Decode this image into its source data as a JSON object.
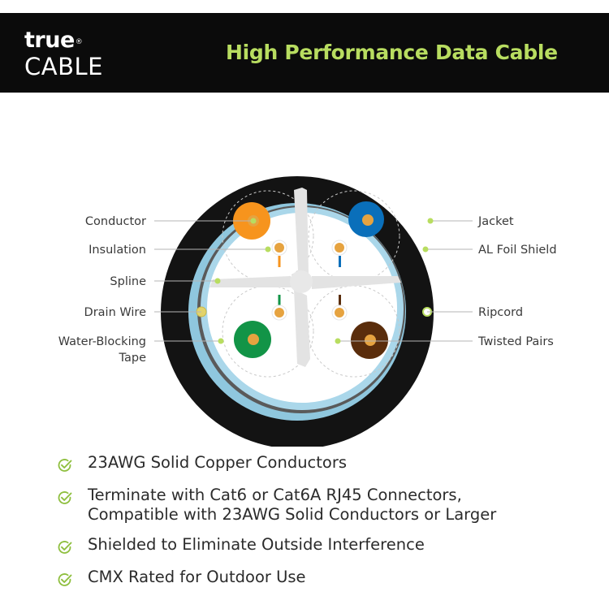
{
  "header": {
    "logo_top": "true",
    "logo_reg": "®",
    "logo_bottom": "CABLE",
    "title": "High Performance Data Cable",
    "bg_color": "#0b0b0b",
    "title_color": "#b8dd60"
  },
  "diagram": {
    "labels_left": [
      "Conductor",
      "Insulation",
      "Spline",
      "Drain Wire",
      "Water-Blocking",
      "Tape"
    ],
    "labels_right": [
      "Jacket",
      "AL Foil Shield",
      "Ripcord",
      "Twisted Pairs"
    ],
    "pair_colors": {
      "orange": "#f7941d",
      "blue": "#0a6fba",
      "green": "#129447",
      "brown": "#5a2d0c"
    },
    "jacket_color": "#131313",
    "shield_color": "#8fc7de",
    "copper_color": "#e6a340"
  },
  "features": [
    {
      "lines": [
        "23AWG Solid Copper Conductors"
      ],
      "icon": "check-circle-icon"
    },
    {
      "lines": [
        "Terminate with Cat6 or Cat6A RJ45 Connectors,",
        "Compatible with 23AWG Solid Conductors or Larger"
      ],
      "icon": "check-circle-icon"
    },
    {
      "lines": [
        "Shielded to Eliminate Outside Interference"
      ],
      "icon": "check-circle-icon"
    },
    {
      "lines": [
        "CMX Rated for Outdoor Use"
      ],
      "icon": "check-circle-icon"
    }
  ]
}
